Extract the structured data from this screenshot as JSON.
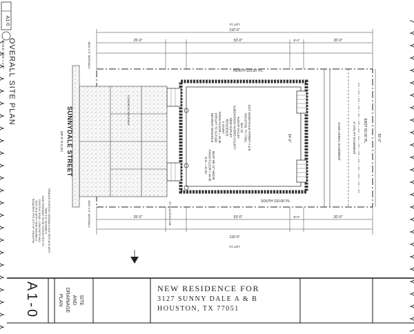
{
  "sheet": {
    "number": "A1-0",
    "corner_tag": "A1-0",
    "overall_title": "OVERALL SITE PLAN",
    "overall_scale": "SCALE: 1/16\" = 1'-0\"",
    "drawing_name": "SITE AND DRAINAGE PLAN"
  },
  "title_block": {
    "line1": "NEW RESIDENCE FOR",
    "line2": "3127 SUNNY DALE A & B",
    "line3": "HOUSTON, TX 77051"
  },
  "site": {
    "street": "SUNNYDALE STREET",
    "row": "(60'-0\" R.O.W.)",
    "lot_top": "LOT 14",
    "lot_bottom": "LOT 13",
    "north_line": "NORTH 110.00' PL.",
    "south_line": "SOUTH 110.00' PL.",
    "east_line": "EAST 50.00' PL.",
    "utility_easement": "5' UTILITY EASEMENT",
    "aerial_easement": "5'X20' AERIAL EASEMENT",
    "building_line": "25' BUILDING LINE",
    "new_sidewalk_top": "NEW 4'-0\" SIDEWALK",
    "new_sidewalk_bottom": "NEW 4'-0\" SIDEWALK",
    "overall_dim": "110'-0\"",
    "dim_front": "25'-0\"",
    "dim_house": "53'-0\"",
    "dim_side": "8'-0\"",
    "dim_rear": "20'-0\"",
    "dim_width": "50'-0\"",
    "dim_house_width": "34'-0\"",
    "building_notes": [
      "3127 SUNNYDALE STREET A & B",
      "HOUSTON, TX 77051",
      "BLK 10",
      "SUGAR VALLEY",
      "SUBDIVISION HARRIS COUNTY",
      "NEW DUPLEX",
      "RESIDENCE",
      "2 STORY",
      "FINISH FLOOR = 44.45'",
      "(HEIGHT TO DATUM)",
      "NEAREST MANHOLE"
    ],
    "datum_notes": [
      "MUST BE 12\" ABOVE",
      "FINISH FLOOR = 44.45'",
      "N.G. = 41.02'"
    ],
    "driveway_label": "CONCRETE DRIVEWAY",
    "notes_left": [
      "REMOVE EXISTING SIDEWALK AND REPLACE WITH",
      "NEW 4'-0\" SIDEWALK",
      "NEW DRIVEWAY TO BE CONNECTED TO",
      "EXISTING ROAD. CONCRETE AND",
      "REPLACE WITH NEW SIDEWALK",
      "REQUIRED PER CITY OF HOUSTON"
    ]
  }
}
